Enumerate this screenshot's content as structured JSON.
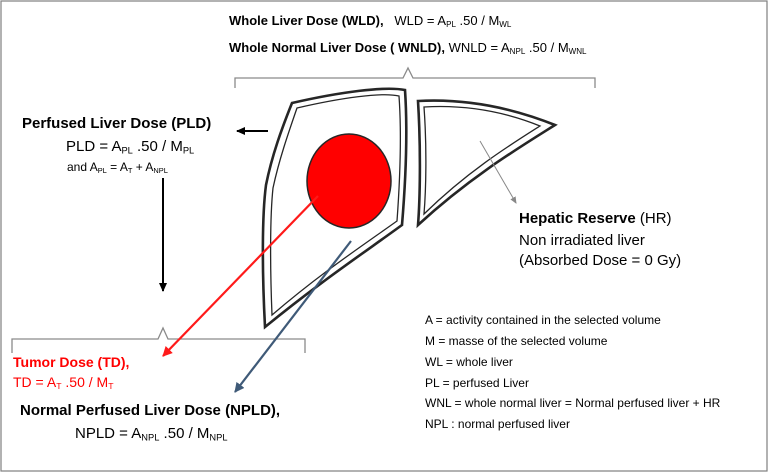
{
  "top": {
    "wld_label": "Whole Liver Dose (WLD),",
    "wld_formula": {
      "a": "WLD = A",
      "sub1": "PL",
      "b": " .50 / M",
      "sub2": "WL"
    },
    "wnld_label": "Whole Normal Liver Dose ( WNLD),",
    "wnld_formula": {
      "a": "WNLD = A",
      "sub1": "NPL",
      "b": " .50 / M",
      "sub2": "WNL"
    }
  },
  "pld": {
    "label": "Perfused Liver Dose (PLD)",
    "formula": {
      "a": "PLD = A",
      "sub1": "PL",
      "b": " .50 / M",
      "sub2": "PL"
    },
    "relation": {
      "a": "and A",
      "sub1": "PL",
      "b": " = A",
      "sub2": "T",
      "c": " + A",
      "sub3": "NPL"
    }
  },
  "hr": {
    "label_bold": "Hepatic Reserve",
    "label_abbr": " (HR)",
    "line1": "Non irradiated liver",
    "line2": "(Absorbed Dose = 0 Gy)"
  },
  "td": {
    "label": "Tumor Dose (TD),",
    "formula": {
      "a": "TD = A",
      "sub1": "T",
      "b": " .50 / M",
      "sub2": "T"
    }
  },
  "npld": {
    "label": "Normal Perfused Liver Dose (NPLD),",
    "formula": {
      "a": "NPLD = A",
      "sub1": "NPL",
      "b": " .50 / M",
      "sub2": "NPL"
    }
  },
  "legend": [
    "A = activity contained in the selected volume",
    "M = masse of the selected volume",
    "WL =  whole liver",
    "PL = perfused Liver",
    "WNL = whole normal liver = Normal perfused liver + HR",
    "NPL : normal perfused liver"
  ],
  "colors": {
    "tumor": "#ff0000",
    "tumor_arrow": "#ff1a1a",
    "npl_arrow": "#3f5a78",
    "outline": "#262626",
    "frame": "#7f7f7f",
    "brace": "#8a8a8a"
  }
}
